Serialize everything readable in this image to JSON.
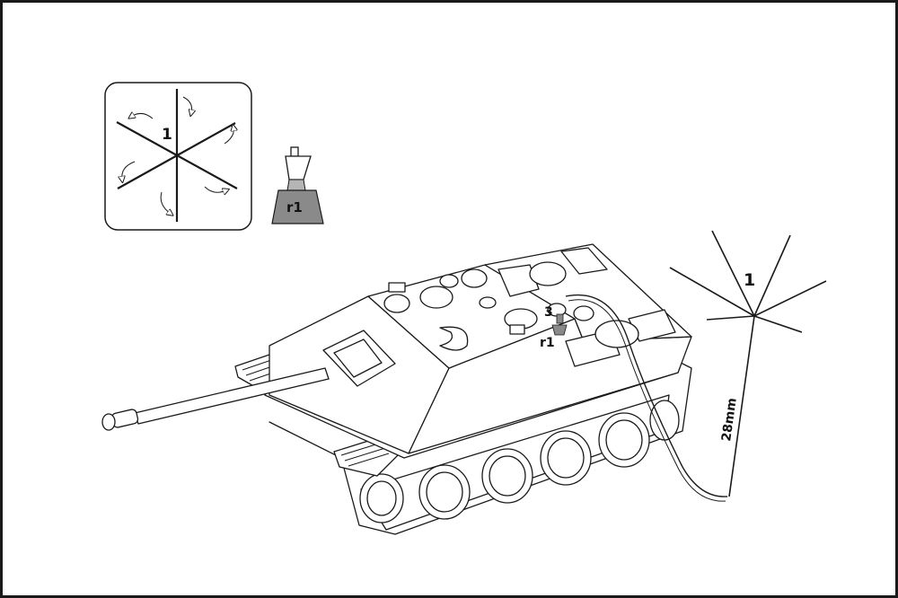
{
  "inset": {
    "step_label": "1",
    "part_label": "r1"
  },
  "callouts": {
    "part_3": "3",
    "part_r1": "r1",
    "antenna_part": "1",
    "length": "28mm"
  },
  "colors": {
    "line": "#1a1a1a",
    "part_fill": "#8a8a8a",
    "part_light": "#d8d8d8",
    "background": "#ffffff"
  }
}
